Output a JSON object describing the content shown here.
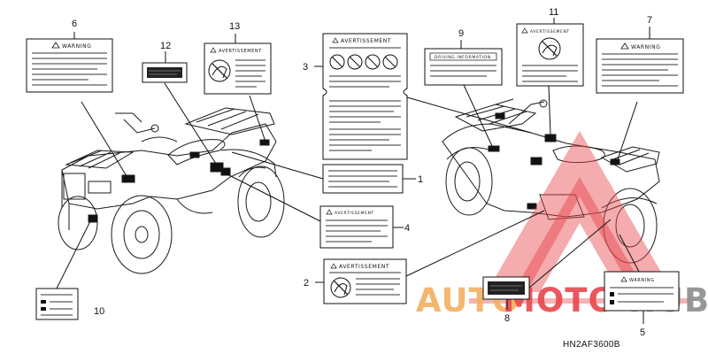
{
  "labels": {
    "warning": "WARNING",
    "avertissement": "AVERTISSEMENT",
    "driving_information": "DRIVING INFORMATION"
  },
  "callouts": [
    "1",
    "2",
    "3",
    "4",
    "5",
    "6",
    "7",
    "8",
    "9",
    "10",
    "11",
    "12",
    "13"
  ],
  "part_code": "HN2AF3600B",
  "watermark": {
    "auto": "AUTO",
    "moto": "MOTO",
    "hub": "HUB",
    "colors": {
      "red": "#e8474c",
      "orange": "#f3b061",
      "grey": "#8c8c8c"
    }
  }
}
